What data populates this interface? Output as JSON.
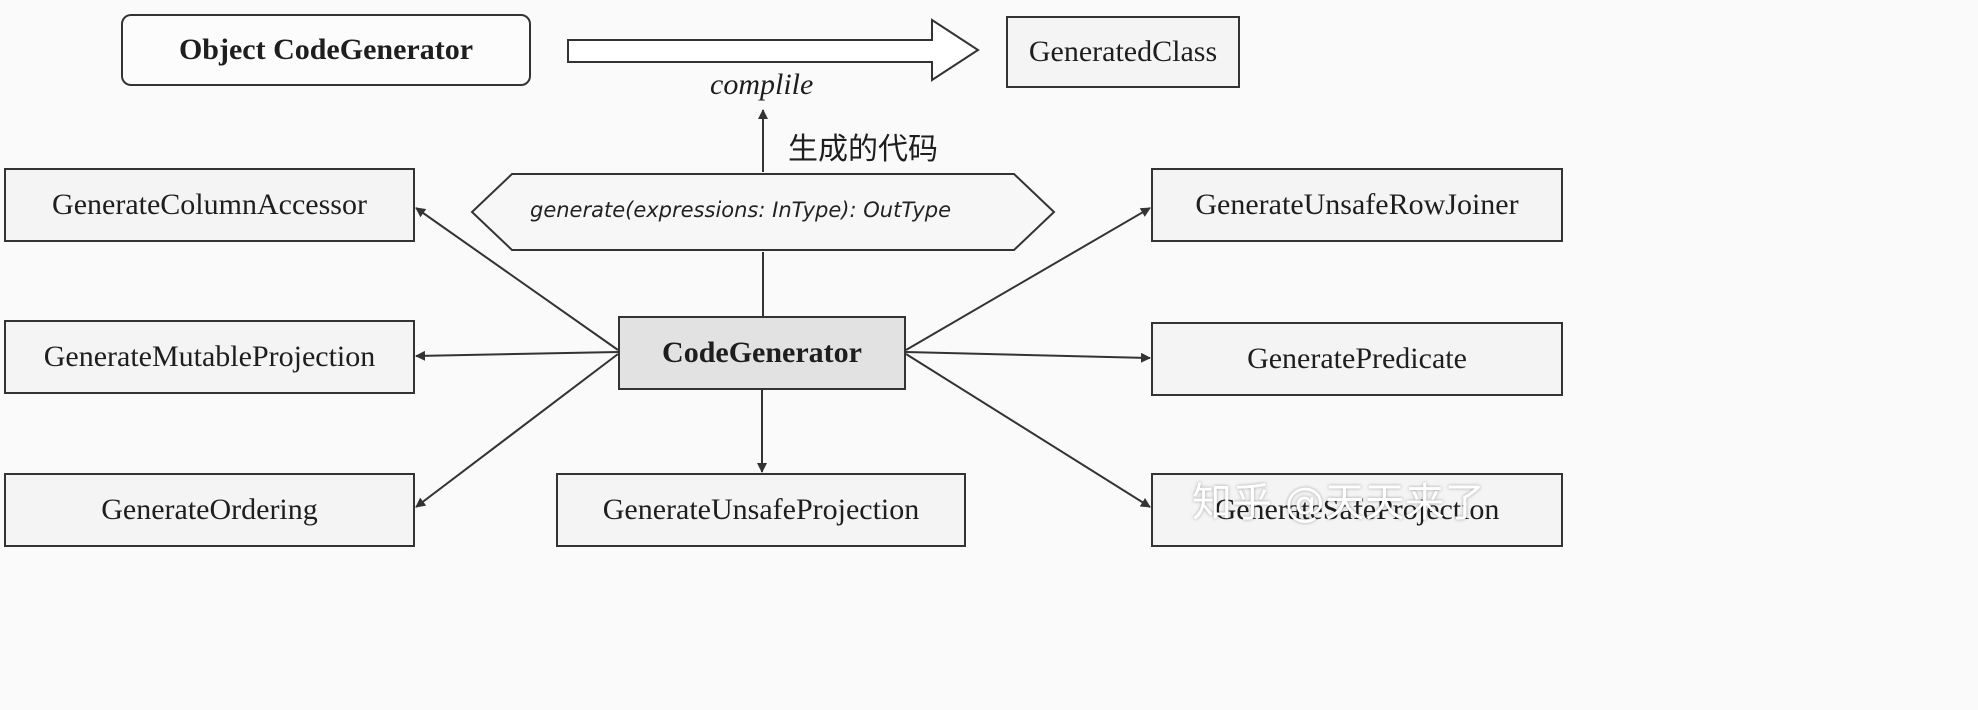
{
  "nodes": {
    "object_codegen": "Object CodeGenerator",
    "generated_class": "GeneratedClass",
    "codegen": "CodeGenerator",
    "column_accessor": "GenerateColumnAccessor",
    "mutable_projection": "GenerateMutableProjection",
    "ordering": "GenerateOrdering",
    "unsafe_projection": "GenerateUnsafeProjection",
    "unsafe_row_joiner": "GenerateUnsafeRowJoiner",
    "predicate": "GeneratePredicate",
    "safe_projection": "GenerateSafeProjection"
  },
  "labels": {
    "compile": "complile",
    "generated_code": "生成的代码",
    "method_signature": "generate(expressions: InType): OutType"
  },
  "watermark": "知乎 @天天来了",
  "colors": {
    "stroke": "#333333",
    "box_fill": "#f4f4f4",
    "center_fill": "#e2e2e2",
    "background": "#fafafa"
  }
}
